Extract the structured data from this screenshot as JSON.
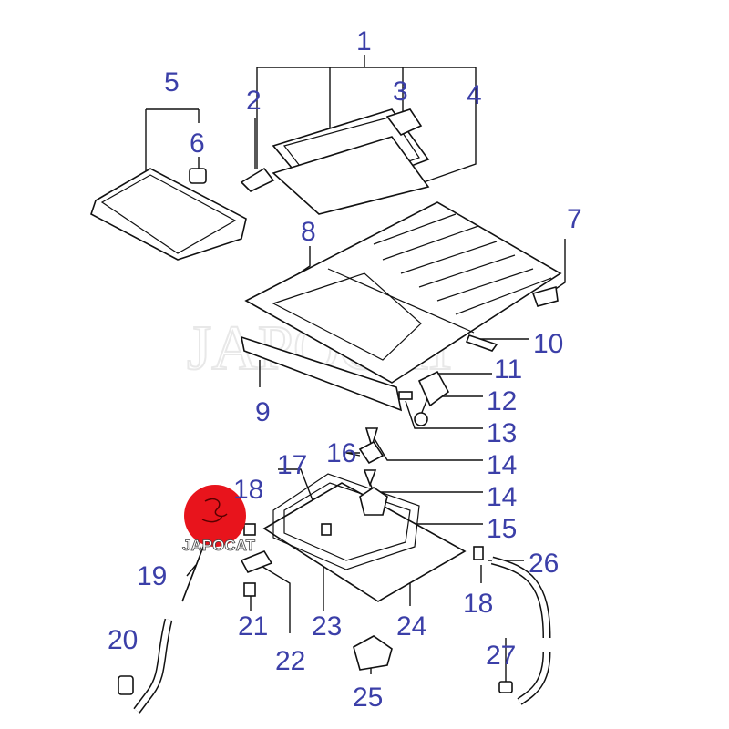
{
  "diagram": {
    "watermark": "JAPOCAT",
    "logo_text": "JAPOCAT",
    "label_color": "#3b3fa8",
    "logo_color": "#e8141c",
    "labels": [
      "1",
      "2",
      "3",
      "4",
      "5",
      "6",
      "7",
      "8",
      "9",
      "10",
      "11",
      "12",
      "13",
      "14",
      "16",
      "17",
      "14",
      "18",
      "15",
      "26",
      "19",
      "18",
      "21",
      "23",
      "24",
      "22",
      "20",
      "27",
      "25"
    ]
  }
}
